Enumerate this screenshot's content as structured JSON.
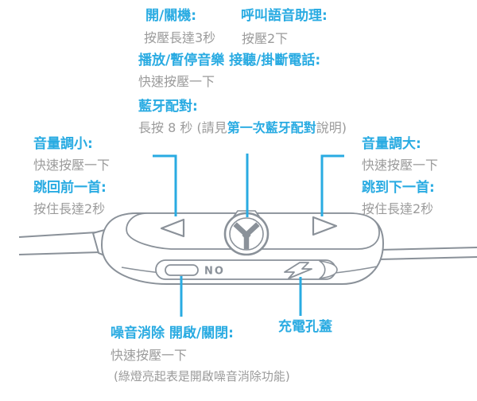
{
  "colors": {
    "accent_blue": "#29ABE2",
    "muted_text_gray": "#9B9B9B",
    "line_art_gray": "#8A9199"
  },
  "top_labels": {
    "power": {
      "title": "開/關機:",
      "desc": "按壓長達3秒"
    },
    "voice_assistant": {
      "title": "呼叫語音助理:",
      "desc": "按壓2下"
    },
    "play_pause_call": {
      "title": "播放/暫停音樂 接聽/掛斷電話:",
      "desc": "快速按壓一下"
    },
    "bluetooth_pairing": {
      "title": "藍牙配對:",
      "desc_prefix": "長按 8 秒 (請見",
      "desc_emphasis": "第一次藍牙配對",
      "desc_suffix": "說明)"
    }
  },
  "left_labels": {
    "volume_down": {
      "title": "音量調小:",
      "desc": "快速按壓一下"
    },
    "previous_track": {
      "title": "跳回前一首:",
      "desc": "按住長達2秒"
    }
  },
  "right_labels": {
    "volume_up": {
      "title": "音量調大:",
      "desc": "快速按壓一下"
    },
    "next_track": {
      "title": "跳到下一首:",
      "desc": "按住長達2秒"
    }
  },
  "bottom_labels": {
    "noise_cancelling": {
      "title": "噪音消除 開啟/關閉:",
      "desc": "快速按壓一下",
      "note": "(綠燈亮起表是開啟噪音消除功能)"
    },
    "charge_port": {
      "title": "充電孔蓋"
    }
  },
  "device": {
    "switch_label": "NO",
    "icons": {
      "volume_down": "left-triangle-icon",
      "center_button": "jlab-logo-icon",
      "volume_up": "right-triangle-icon",
      "charge_port": "lightning-bolt-icon"
    }
  }
}
